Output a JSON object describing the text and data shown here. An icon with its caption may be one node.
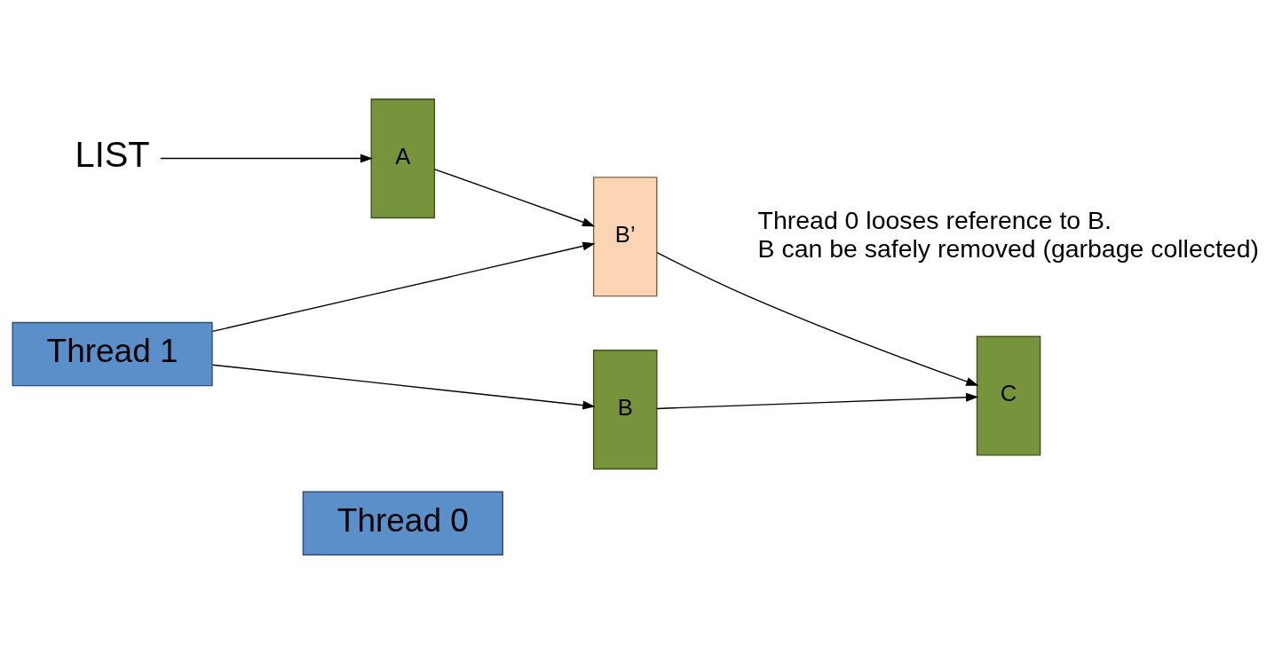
{
  "diagram": {
    "nodes": [
      {
        "text": [
          "Thread 0"
        ]
      },
      {
        "text": [
          "LIST"
        ]
      },
      {
        "text": [
          "A"
        ]
      },
      {
        "text": [
          "B"
        ]
      },
      {
        "text": [
          "C"
        ]
      },
      {
        "text": [
          "B’"
        ]
      },
      {
        "text": [
          "Thread 1"
        ]
      }
    ],
    "edges": [
      {
        "from": 1,
        "to": 2,
        "arrow": "to"
      },
      {
        "from": 2,
        "to": 5,
        "arrow": "to"
      },
      {
        "from": 3,
        "to": 4,
        "arrow": "to"
      },
      {
        "from": 5,
        "to": 4,
        "arrow": "to"
      },
      {
        "from": 6,
        "to": 3,
        "arrow": "to"
      },
      {
        "from": 6,
        "to": 5,
        "arrow": "to"
      }
    ],
    "labels": [
      "Thread 0 looses reference to B.",
      "B can be safely removed (garbage collected)"
    ]
  }
}
